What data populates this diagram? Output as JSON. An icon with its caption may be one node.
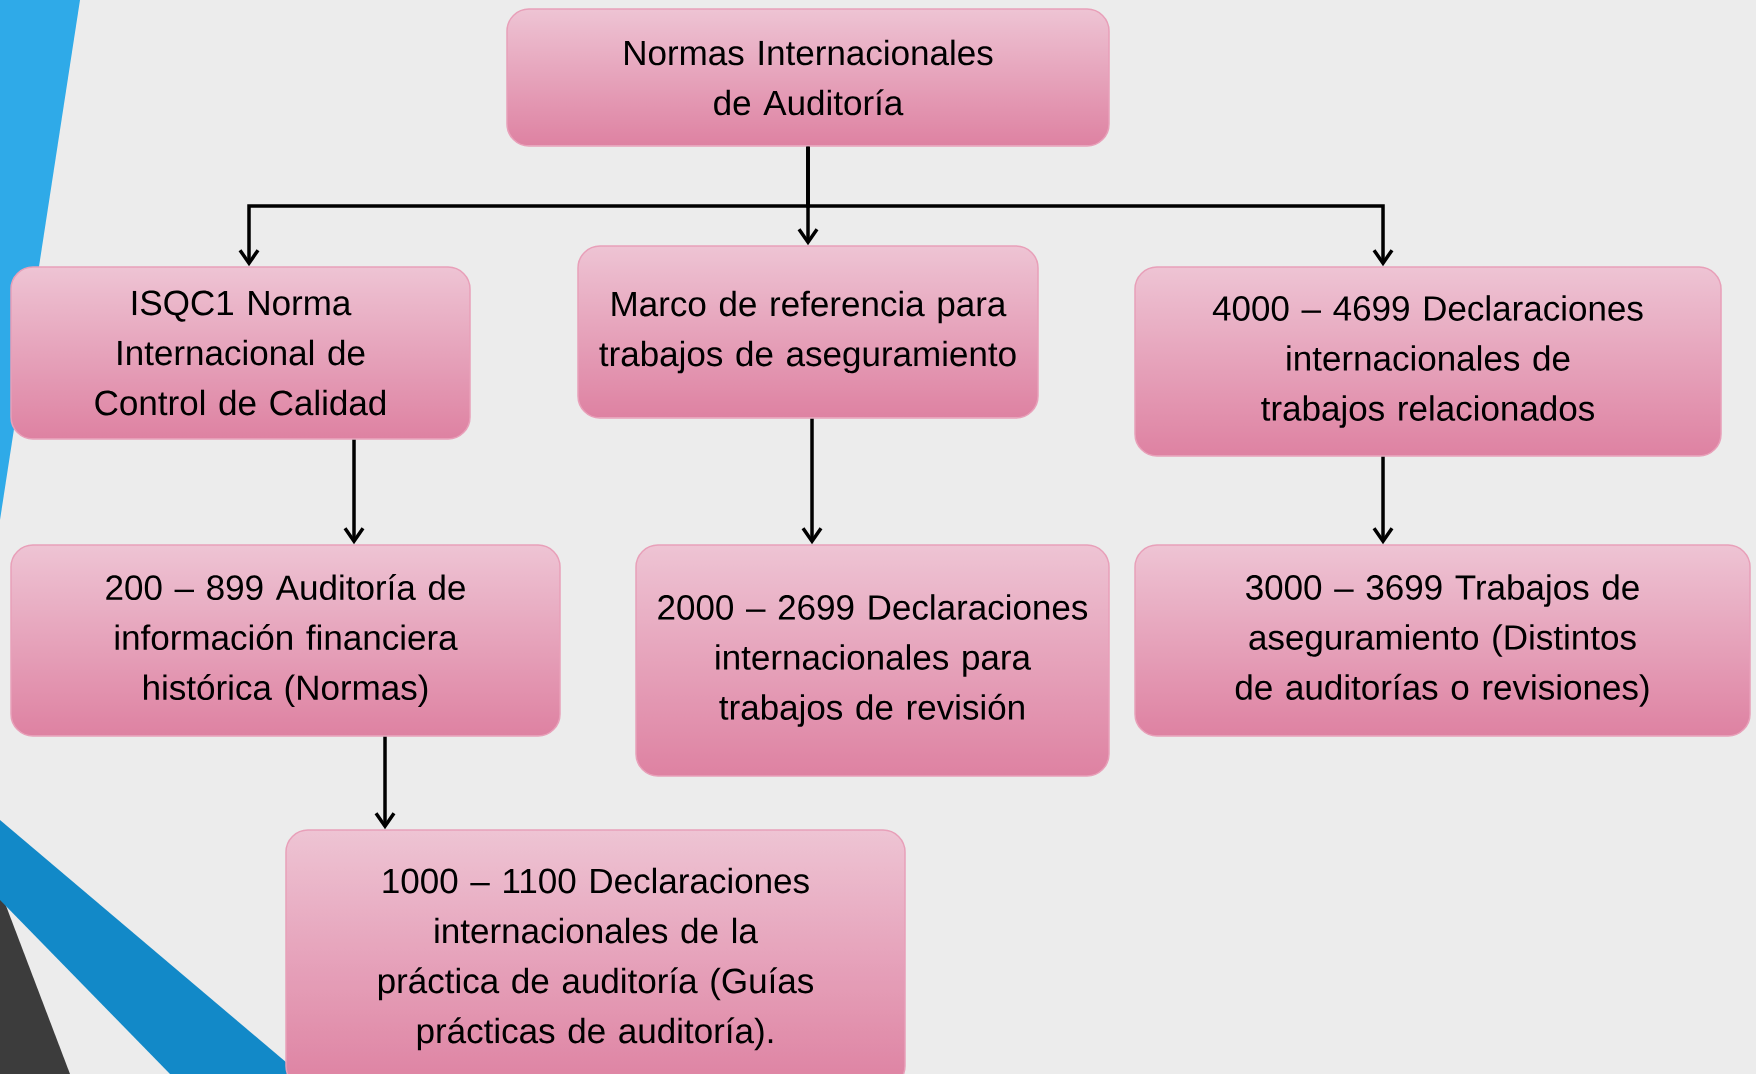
{
  "diagram": {
    "nodes": [
      {
        "text": [
          "Normas Internacionales de Auditoría"
        ]
      },
      {
        "text": [
          "ISQC1 Norma Internacional de Control de Calidad"
        ]
      },
      {
        "text": [
          "Marco de referencia para trabajos de aseguramiento"
        ]
      },
      {
        "text": [
          "4000 – 4699 Declaraciones internacionales de trabajos relacionados"
        ]
      },
      {
        "text": [
          "200 – 899 Auditoría de información financiera histórica (Normas)"
        ]
      },
      {
        "text": [
          "2000 – 2699 Declaraciones internacionales para trabajos de revisión"
        ]
      },
      {
        "text": [
          "3000 – 3699 Trabajos de aseguramiento (Distintos de auditorías o revisiones)"
        ]
      },
      {
        "text": [
          "1000 – 1100 Declaraciones internacionales de la práctica de auditoría (Guías prácticas de auditoría)."
        ]
      }
    ],
    "edges": [
      {
        "from": 0,
        "to": 1,
        "arrow": "to"
      },
      {
        "from": 0,
        "to": 2,
        "arrow": "to"
      },
      {
        "from": 0,
        "to": 3,
        "arrow": "to"
      },
      {
        "from": 1,
        "to": 4,
        "arrow": "to"
      },
      {
        "from": 2,
        "to": 5,
        "arrow": "to"
      },
      {
        "from": 3,
        "to": 6,
        "arrow": "to"
      },
      {
        "from": 4,
        "to": 7,
        "arrow": "to"
      }
    ]
  }
}
